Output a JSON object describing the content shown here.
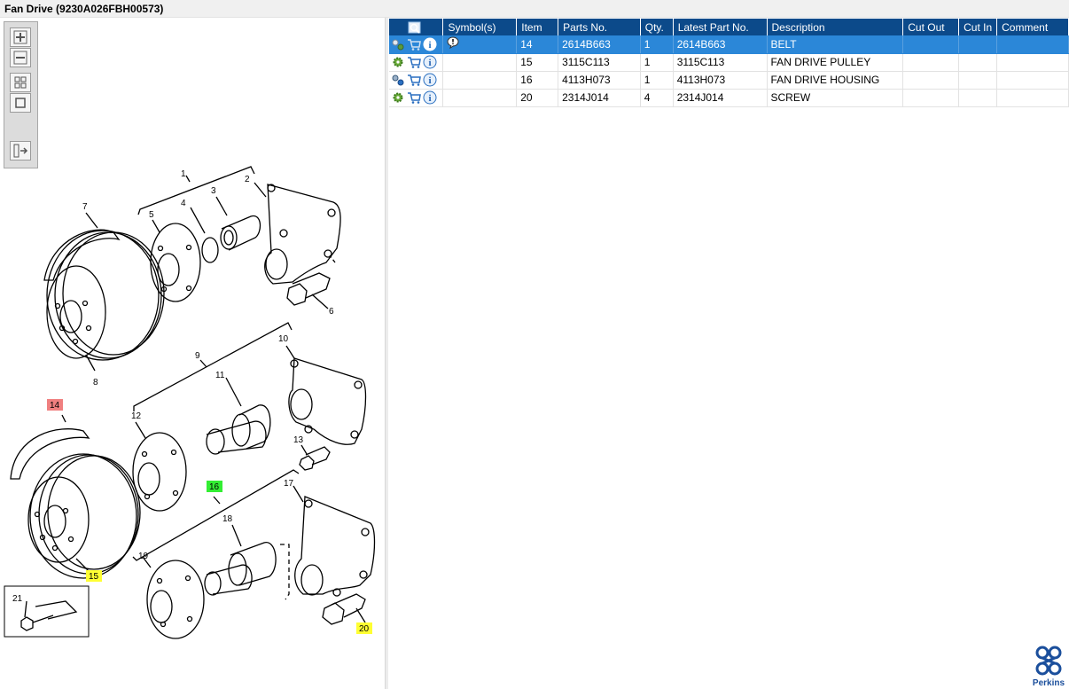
{
  "window": {
    "title": "Fan Drive (9230A026FBH00573)"
  },
  "toolbar": {
    "buttons": [
      "zoom-in",
      "zoom-out",
      "fit-view",
      "actual-size",
      "toggle-panel"
    ]
  },
  "diagram": {
    "labels": {
      "n1": "1",
      "n2": "2",
      "n3": "3",
      "n4": "4",
      "n5": "5",
      "n6": "6",
      "n7": "7",
      "n8": "8",
      "n9": "9",
      "n10": "10",
      "n11": "11",
      "n12": "12",
      "n13": "13",
      "n14": "14",
      "n15": "15",
      "n16": "16",
      "n17": "17",
      "n18": "18",
      "n19": "19",
      "n20": "20",
      "n21": "21"
    },
    "highlight_colors": {
      "red": "#f08080",
      "yellow": "#ffff33",
      "green": "#33ee33"
    }
  },
  "table": {
    "columns": {
      "actions": "",
      "symbols": "Symbol(s)",
      "item": "Item",
      "parts_no": "Parts No.",
      "qty": "Qty.",
      "latest": "Latest Part No.",
      "description": "Description",
      "cut_out": "Cut Out",
      "cut_in": "Cut In",
      "comment": "Comment"
    },
    "rows": [
      {
        "item": "14",
        "parts_no": "2614B663",
        "qty": "1",
        "latest": "2614B663",
        "description": "BELT",
        "cut_out": "",
        "cut_in": "",
        "comment": ""
      },
      {
        "item": "15",
        "parts_no": "3115C113",
        "qty": "1",
        "latest": "3115C113",
        "description": "FAN DRIVE PULLEY",
        "cut_out": "",
        "cut_in": "",
        "comment": ""
      },
      {
        "item": "16",
        "parts_no": "4113H073",
        "qty": "1",
        "latest": "4113H073",
        "description": "FAN DRIVE HOUSING",
        "cut_out": "",
        "cut_in": "",
        "comment": ""
      },
      {
        "item": "20",
        "parts_no": "2314J014",
        "qty": "4",
        "latest": "2314J014",
        "description": "SCREW",
        "cut_out": "",
        "cut_in": "",
        "comment": ""
      }
    ],
    "selected_row": 0
  },
  "brand": {
    "name": "Perkins",
    "color": "#1b4f9c"
  },
  "colors": {
    "header_bg": "#0c4a8a",
    "selected_row": "#2b87d8"
  }
}
